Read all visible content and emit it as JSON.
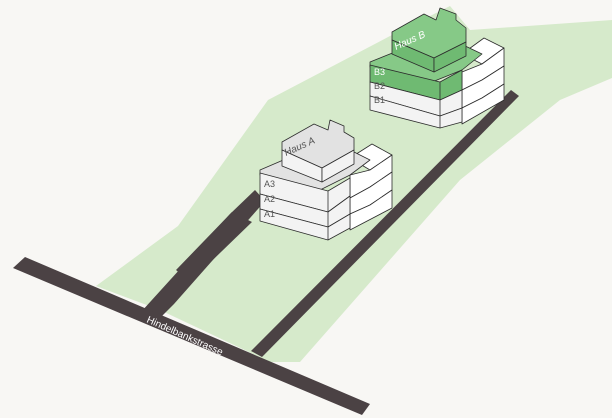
{
  "street": {
    "name": "Hindelbankstrasse"
  },
  "buildings": [
    {
      "name": "Haus A",
      "floors": [
        "A3",
        "A2",
        "A1"
      ],
      "highlighted": false
    },
    {
      "name": "Haus B",
      "floors": [
        "B3",
        "B2",
        "B1"
      ],
      "highlighted": true,
      "highlighted_floor": "B3"
    }
  ],
  "colors": {
    "background": "#f8f7f4",
    "plot": "#d6eacb",
    "road": "#4b4244",
    "building_face": "#f3f3f3",
    "building_top": "#e2e2e2",
    "building_side": "#ffffff",
    "highlight": "#6fba72",
    "highlight_top": "#86c987",
    "outline": "#2c2c2c",
    "label_dark": "#555555",
    "label_light": "#ffffff"
  }
}
